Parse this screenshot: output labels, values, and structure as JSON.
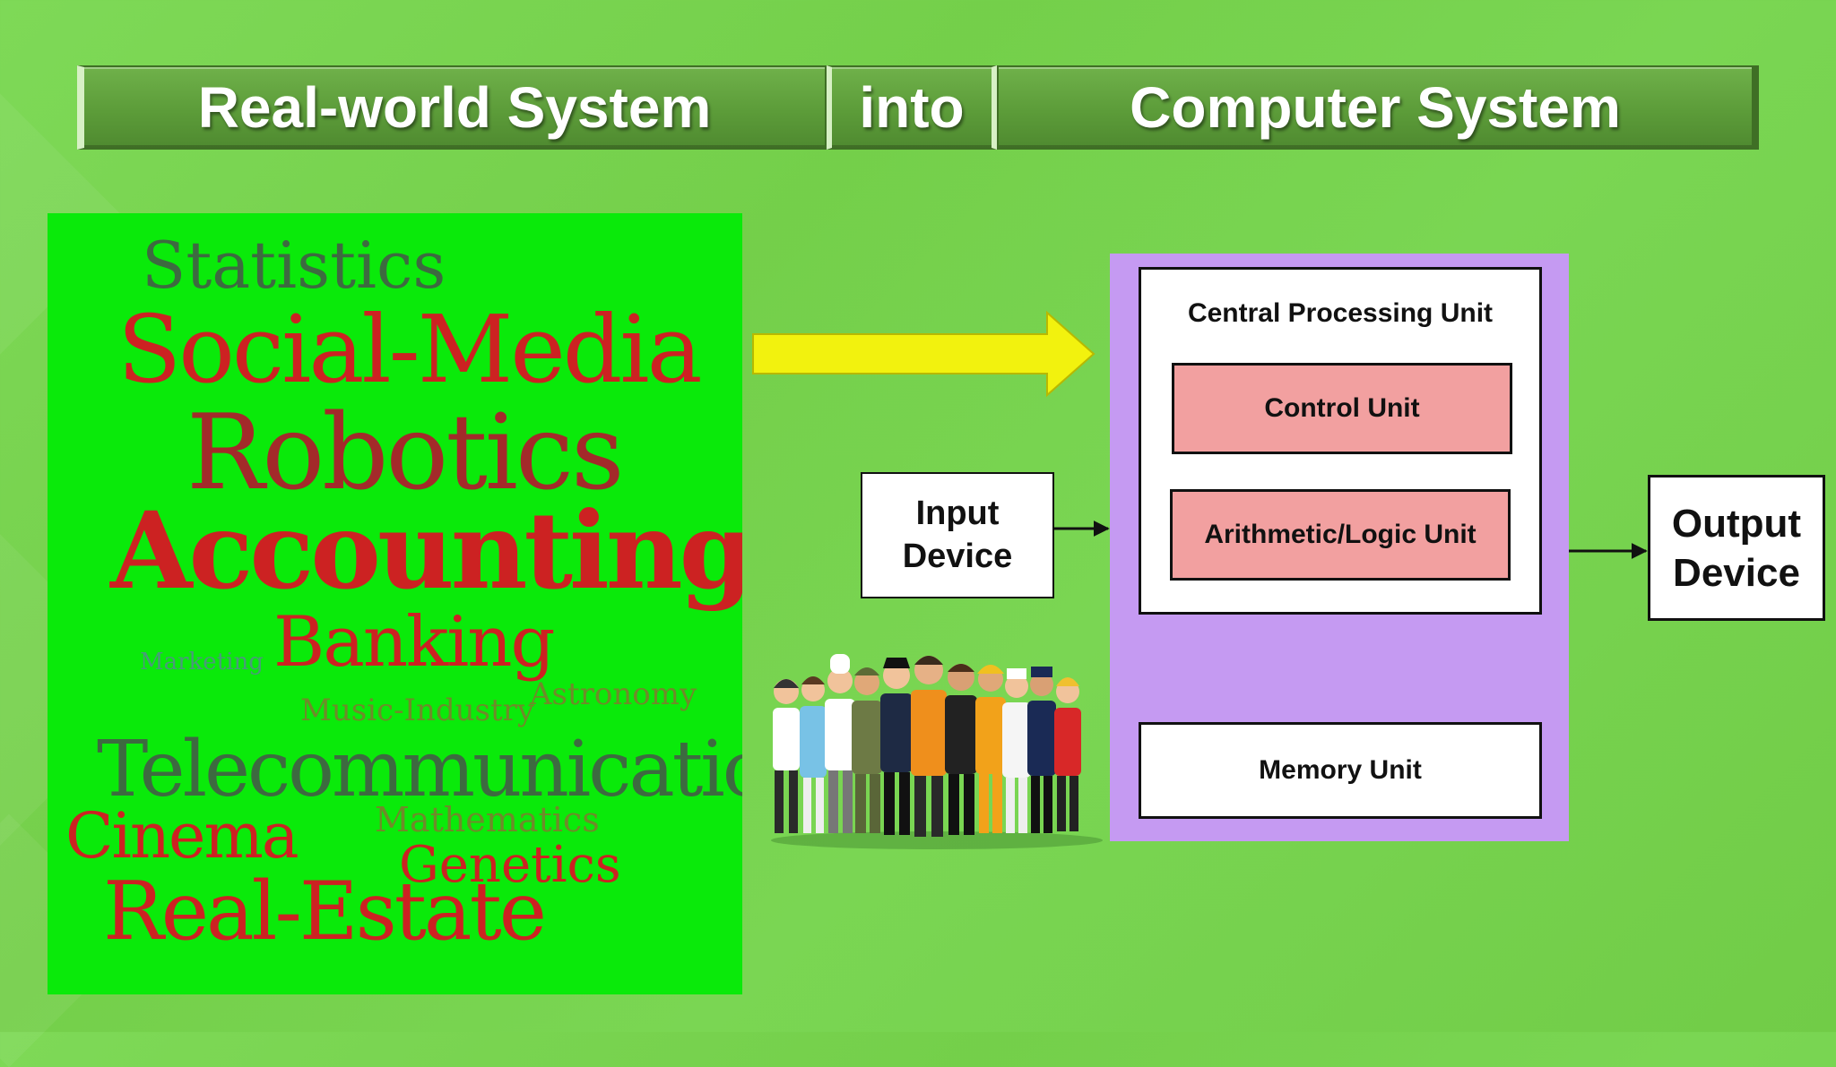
{
  "banner": {
    "left": "Real-world System",
    "middle": "into",
    "right": "Computer System"
  },
  "word_cloud": {
    "statistics": "Statistics",
    "social_media": "Social-Media",
    "robotics": "Robotics",
    "accounting": "Accounting",
    "marketing": "Marketing",
    "banking": "Banking",
    "astronomy": "Astronomy",
    "music_industry": "Music-Industry",
    "telecommunication": "Telecommunication",
    "cinema": "Cinema",
    "mathematics": "Mathematics",
    "genetics": "Genetics",
    "real_estate": "Real-Estate"
  },
  "diagram": {
    "cpu": "Central Processing Unit",
    "control_unit": "Control Unit",
    "alu": "Arithmetic/Logic Unit",
    "memory_unit": "Memory Unit",
    "input_line1": "Input",
    "input_line2": "Device",
    "output_line1": "Output",
    "output_line2": "Device"
  },
  "colors": {
    "background": "#76d24e",
    "cloud_bg": "#0aea0a",
    "arrow": "#f2f20e",
    "cpu_outer": "#c59af2",
    "unit_fill": "#f2a0a0"
  }
}
